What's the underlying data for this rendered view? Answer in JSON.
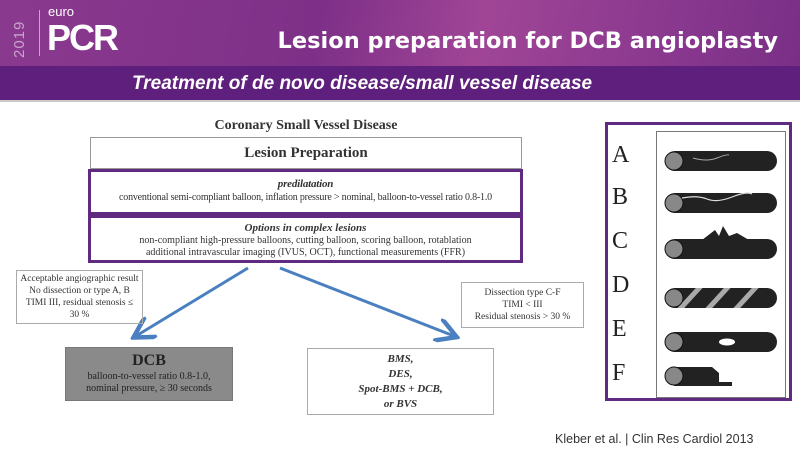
{
  "header": {
    "logo_year": "2019",
    "logo_top": "euro",
    "logo_main": "PCR",
    "title": "Lesion preparation for DCB angioplasty",
    "subtitle": "Treatment of de novo disease/small vessel disease"
  },
  "flowchart": {
    "title": "Coronary Small Vessel Disease",
    "lesion_prep": "Lesion Preparation",
    "predilatation": {
      "heading": "predilatation",
      "text": "conventional semi-compliant balloon, inflation pressure > nominal, balloon-to-vessel ratio 0.8-1.0"
    },
    "options": {
      "heading": "Options in complex lesions",
      "line1": "non-compliant high-pressure balloons, cutting balloon, scoring balloon, rotablation",
      "line2": "additional intravascular imaging (IVUS, OCT), functional measurements (FFR)"
    },
    "left_note": [
      "Acceptable angiographic result",
      "No dissection or type A, B",
      "TIMI III, residual stenosis ≤ 30 %"
    ],
    "right_note": [
      "Dissection type C-F",
      "TIMI < III",
      "Residual stenosis > 30 %"
    ],
    "dcb": {
      "heading": "DCB",
      "line1": "balloon-to-vessel ratio 0.8-1.0,",
      "line2": "nominal pressure, ≥ 30 seconds"
    },
    "stent": [
      "BMS,",
      "DES,",
      "Spot-BMS + DCB,",
      "or BVS"
    ]
  },
  "dissection_types": [
    "A",
    "B",
    "C",
    "D",
    "E",
    "F"
  ],
  "citation": "Kleber et al. | Clin Res Cardiol 2013",
  "colors": {
    "brand_purple": "#5f2a7f",
    "arrow": "#4a7fc0"
  }
}
